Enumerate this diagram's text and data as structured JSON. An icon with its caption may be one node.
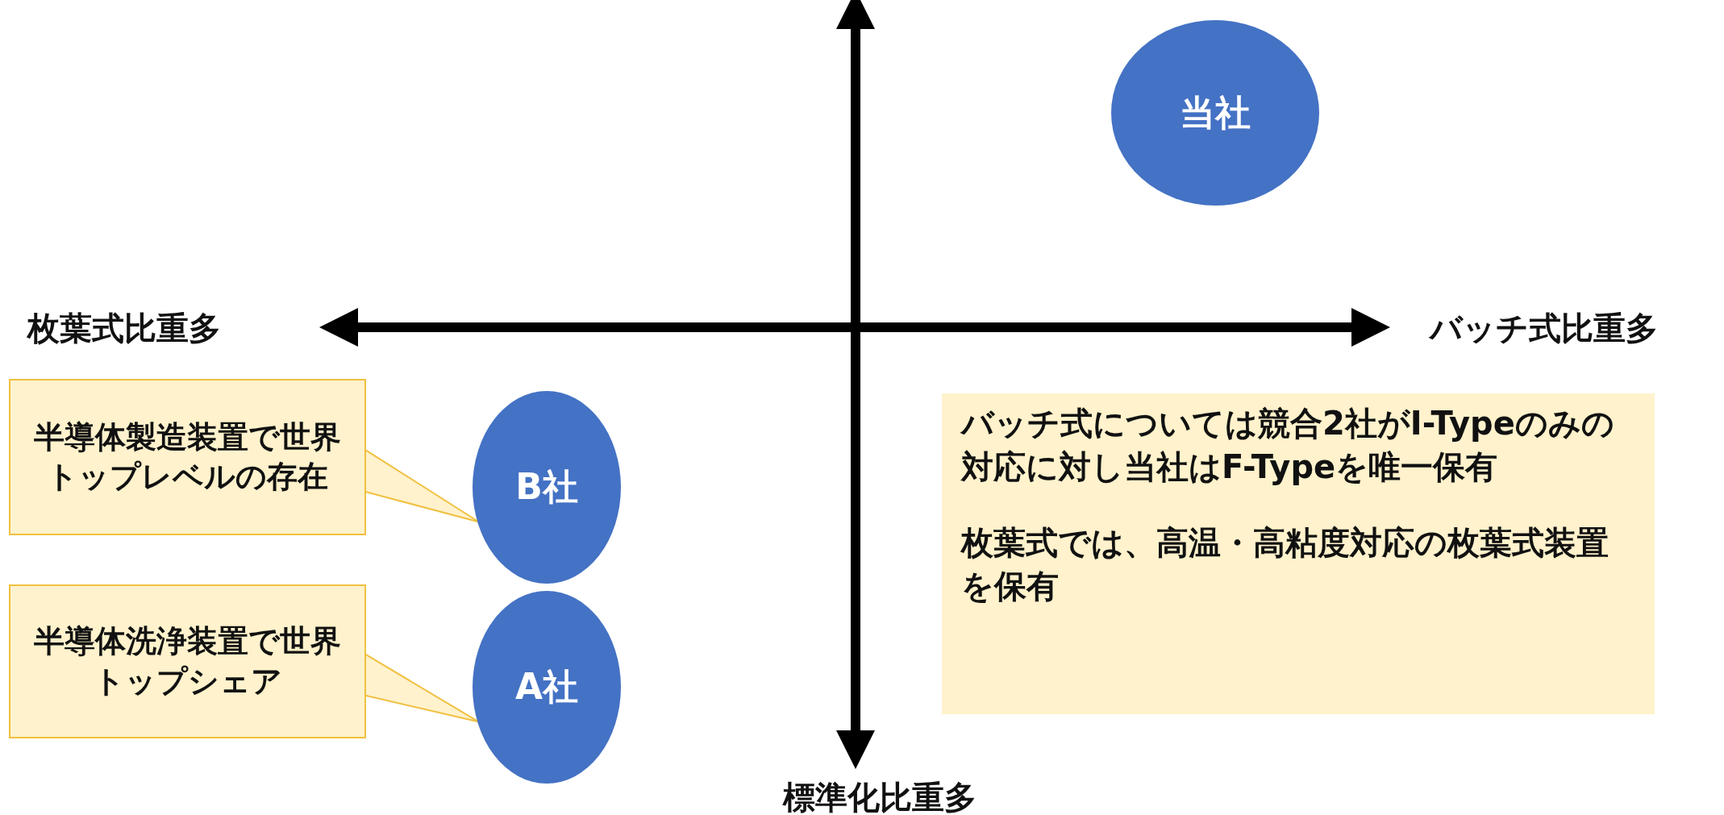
{
  "diagram": {
    "nodes": [
      {
        "text": [
          "当社"
        ]
      },
      {
        "text": [
          "B社"
        ]
      },
      {
        "text": [
          "A社"
        ]
      },
      {
        "text": [
          "半導体製造装置で世界トップレベルの存在"
        ]
      },
      {
        "text": [
          "半導体洗浄装置で世界トップシェア"
        ]
      },
      {
        "text": [
          "バッチ式については競合2社がI-Typeのみの対応に対し当社はF-Typeを唯一保有",
          "枚葉式では、高温・高粘度対応の枚葉式装置を保有"
        ]
      }
    ],
    "edges": [
      {
        "from": 3,
        "to": 1,
        "arrow": "to"
      },
      {
        "from": 4,
        "to": 2,
        "arrow": "to"
      }
    ],
    "labels": [
      "枚葉式比重多",
      "バッチ式比重多",
      "標準化比重多"
    ]
  }
}
